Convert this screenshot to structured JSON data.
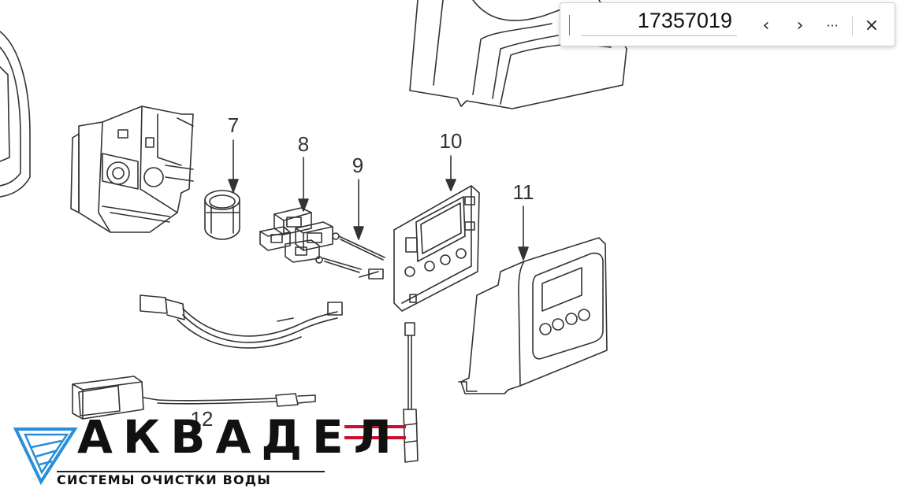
{
  "find_bar": {
    "query": "17357019",
    "prev_icon": "chevron-left-icon",
    "next_icon": "chevron-right-icon",
    "more_icon": "more-options-icon",
    "close_icon": "close-icon",
    "prev_glyph": "‹",
    "next_glyph": "›",
    "more_glyph": "···",
    "close_glyph": "×"
  },
  "callouts": {
    "n7": "7",
    "n8": "8",
    "n9": "9",
    "n10": "10",
    "n11": "11",
    "n12": "12"
  },
  "logo": {
    "name": "АКВАДЕЛ",
    "tagline": "СИСТЕМЫ ОЧИСТКИ ВОДЫ",
    "accent_color": "#2a8fd8"
  },
  "colors": {
    "line": "#333333",
    "highlight": "#c8102e"
  }
}
